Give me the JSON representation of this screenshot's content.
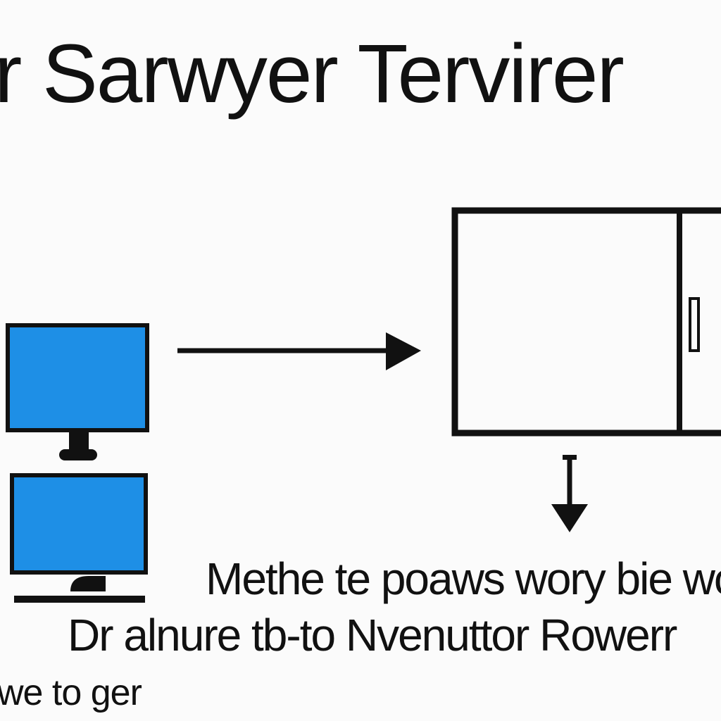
{
  "diagram": {
    "title": "r Sarwyer Tervirer",
    "caption_lines": [
      "Methe te poaws wory bie wct",
      "Dr alnure tb-to Nvenuttor Rowerr",
      "we to ger"
    ],
    "colors": {
      "monitor_screen": "#1e8fe6",
      "stroke": "#111111",
      "background": "#fbfbfb"
    }
  }
}
